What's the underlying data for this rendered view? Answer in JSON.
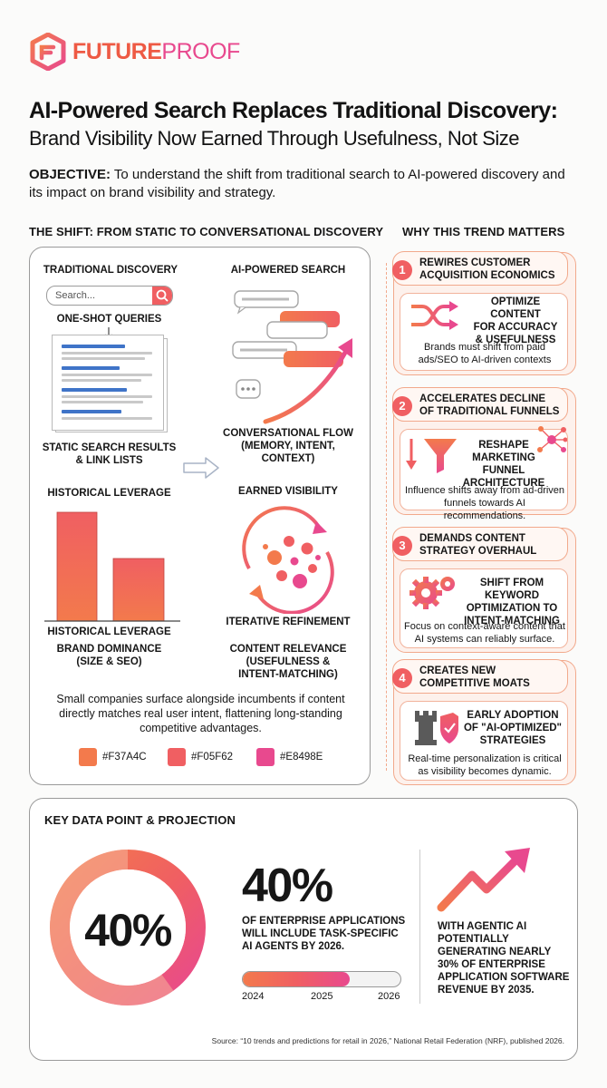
{
  "brand": {
    "name_a": "FUTURE",
    "name_b": "PROOF"
  },
  "title": {
    "line1": "AI-Powered Search Replaces Traditional Discovery:",
    "line2": "Brand Visibility Now Earned Through Usefulness, Not Size"
  },
  "objective": {
    "label": "OBJECTIVE:",
    "text": "To understand the shift from traditional search to AI-powered discovery and its impact on brand visibility and strategy."
  },
  "shift": {
    "heading": "THE SHIFT: FROM STATIC TO CONVERSATIONAL DISCOVERY",
    "traditional": {
      "heading": "TRADITIONAL DISCOVERY",
      "search_placeholder": "Search...",
      "one_shot": "ONE-SHOT QUERIES",
      "static_results": "STATIC SEARCH RESULTS\n& LINK LISTS",
      "historical_heading": "HISTORICAL LEVERAGE",
      "historical_caption": "HISTORICAL LEVERAGE",
      "dominance": "BRAND DOMINANCE\n(SIZE & SEO)"
    },
    "ai": {
      "heading": "AI-POWERED SEARCH",
      "conversational": "CONVERSATIONAL FLOW\n(MEMORY, INTENT,\nCONTEXT)",
      "earned_heading": "EARNED VISIBILITY",
      "iterative": "ITERATIVE REFINEMENT",
      "relevance": "CONTENT RELEVANCE\n(USEFULNESS &\nINTENT-MATCHING)"
    },
    "summary": "Small companies surface alongside incumbents if content directly matches real user intent, flattening long-standing competitive advantages.",
    "swatches": [
      {
        "label": "#F37A4C",
        "color": "#F37A4C"
      },
      {
        "label": "#F05F62",
        "color": "#F05F62"
      },
      {
        "label": "#E8498E",
        "color": "#E8498E"
      }
    ]
  },
  "why": {
    "heading": "WHY THIS TREND MATTERS",
    "items": [
      {
        "num": "1",
        "title": "REWIRES CUSTOMER\nACQUISITION ECONOMICS",
        "sub": "OPTIMIZE CONTENT\nFOR ACCURACY\n& USEFULNESS",
        "text": "Brands must shift from paid\nads/SEO to AI-driven contexts",
        "icon": "shuffle-icon"
      },
      {
        "num": "2",
        "title": "ACCELERATES DECLINE\nOF TRADITIONAL FUNNELS",
        "sub": "RESHAPE\nMARKETING FUNNEL\nARCHITECTURE",
        "text": "Influence shifts away from ad-driven\nfunnels towards AI recommendations.",
        "icon": "funnel-icon"
      },
      {
        "num": "3",
        "title": "DEMANDS CONTENT\nSTRATEGY OVERHAUL",
        "sub": "SHIFT FROM KEYWORD\nOPTIMIZATION TO\nINTENT-MATCHING",
        "text": "Focus on context-aware content that\nAI systems can reliably surface.",
        "icon": "gears-icon"
      },
      {
        "num": "4",
        "title": "CREATES NEW\nCOMPETITIVE MOATS",
        "sub": "EARLY ADOPTION\nOF \"AI-OPTIMIZED\"\nSTRATEGIES",
        "text": "Real-time personalization is critical\nas visibility becomes dynamic.",
        "icon": "castle-shield-icon"
      }
    ]
  },
  "key": {
    "heading": "KEY DATA POINT & PROJECTION",
    "ring_value": "40%",
    "ring_fraction": 0.4,
    "big_value": "40%",
    "desc": "OF ENTERPRISE APPLICATIONS\nWILL INCLUDE TASK-SPECIFIC\nAI AGENTS BY 2026.",
    "timeline": [
      "2024",
      "2025",
      "2026"
    ],
    "timeline_progress": 0.68,
    "projection": "WITH AGENTIC AI\nPOTENTIALLY\nGENERATING NEARLY\n30% OF ENTERPRISE\nAPPLICATION SOFTWARE\nREVENUE BY 2035.",
    "source": "Source: “10 trends and predictions for retail in 2026,” National Retail Federation (NRF), published 2026."
  }
}
